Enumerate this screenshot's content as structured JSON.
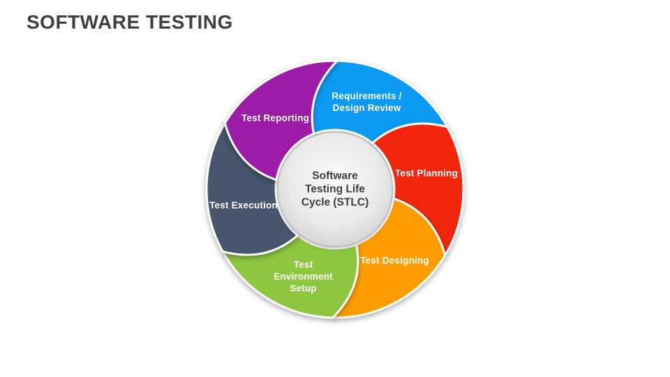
{
  "slide": {
    "title": "SOFTWARE TESTING",
    "title_color": "#3f3f3f",
    "background": "#ffffff"
  },
  "wheel": {
    "center_label": "Software Testing Life Cycle (STLC)",
    "center_label_lines": [
      "Software",
      "Testing Life",
      "Cycle (STLC)"
    ],
    "center_fill": "#e8e8e8",
    "segments": [
      {
        "label": "Requirements / Design Review",
        "lines": [
          "Requirements /",
          "Design Review"
        ],
        "color": "#0a9af3"
      },
      {
        "label": "Test Planning",
        "lines": [
          "Test Planning"
        ],
        "color": "#f1270b"
      },
      {
        "label": "Test Designing",
        "lines": [
          "Test Designing"
        ],
        "color": "#ff9d00"
      },
      {
        "label": "Test Environment Setup",
        "lines": [
          "Test",
          "Environment",
          "Setup"
        ],
        "color": "#8dc73f"
      },
      {
        "label": "Test Execution",
        "lines": [
          "Test Execution"
        ],
        "color": "#46566c"
      },
      {
        "label": "Test Reporting",
        "lines": [
          "Test Reporting"
        ],
        "color": "#9c1fa8"
      }
    ]
  }
}
